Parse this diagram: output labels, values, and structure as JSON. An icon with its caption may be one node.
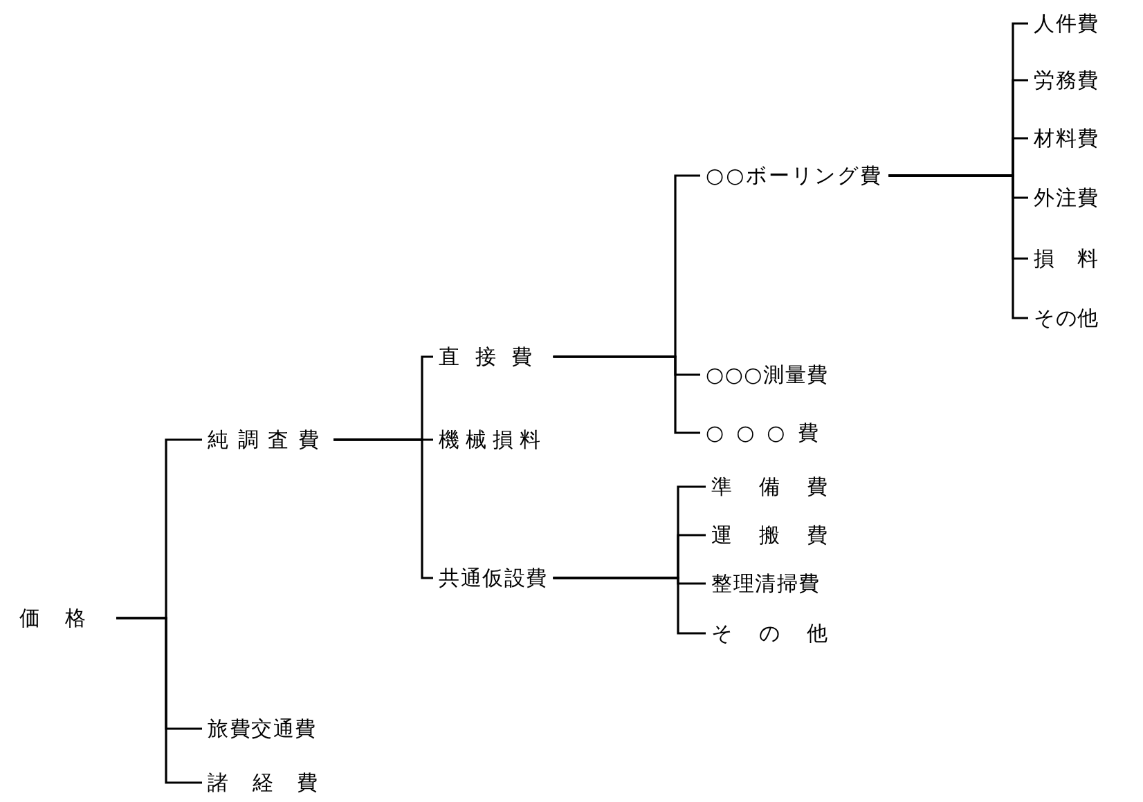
{
  "diagram": {
    "nodes": [
      {
        "text": [
          "価格"
        ]
      },
      {
        "text": [
          "純調査費"
        ]
      },
      {
        "text": [
          "旅費交通費"
        ]
      },
      {
        "text": [
          "諸経費"
        ]
      },
      {
        "text": [
          "直接費"
        ]
      },
      {
        "text": [
          "機械損料"
        ]
      },
      {
        "text": [
          "共通仮設費"
        ]
      },
      {
        "text": [
          "○○ボーリング費"
        ]
      },
      {
        "text": [
          "○○○測量費"
        ]
      },
      {
        "text": [
          "○○○費"
        ]
      },
      {
        "text": [
          "準備費"
        ]
      },
      {
        "text": [
          "運搬費"
        ]
      },
      {
        "text": [
          "整理清掃費"
        ]
      },
      {
        "text": [
          "その他"
        ]
      },
      {
        "text": [
          "人件費"
        ]
      },
      {
        "text": [
          "労務費"
        ]
      },
      {
        "text": [
          "材料費"
        ]
      },
      {
        "text": [
          "外注費"
        ]
      },
      {
        "text": [
          "損料"
        ]
      },
      {
        "text": [
          "その他"
        ]
      }
    ],
    "edges": [
      {
        "from": 0,
        "to": 1,
        "arrow": "none"
      },
      {
        "from": 0,
        "to": 2,
        "arrow": "none"
      },
      {
        "from": 0,
        "to": 3,
        "arrow": "none"
      },
      {
        "from": 1,
        "to": 4,
        "arrow": "none"
      },
      {
        "from": 1,
        "to": 5,
        "arrow": "none"
      },
      {
        "from": 1,
        "to": 6,
        "arrow": "none"
      },
      {
        "from": 4,
        "to": 7,
        "arrow": "none"
      },
      {
        "from": 4,
        "to": 8,
        "arrow": "none"
      },
      {
        "from": 4,
        "to": 9,
        "arrow": "none"
      },
      {
        "from": 6,
        "to": 10,
        "arrow": "none"
      },
      {
        "from": 6,
        "to": 11,
        "arrow": "none"
      },
      {
        "from": 6,
        "to": 12,
        "arrow": "none"
      },
      {
        "from": 6,
        "to": 13,
        "arrow": "none"
      },
      {
        "from": 7,
        "to": 14,
        "arrow": "none"
      },
      {
        "from": 7,
        "to": 15,
        "arrow": "none"
      },
      {
        "from": 7,
        "to": 16,
        "arrow": "none"
      },
      {
        "from": 7,
        "to": 17,
        "arrow": "none"
      },
      {
        "from": 7,
        "to": 18,
        "arrow": "none"
      },
      {
        "from": 7,
        "to": 19,
        "arrow": "none"
      }
    ]
  }
}
